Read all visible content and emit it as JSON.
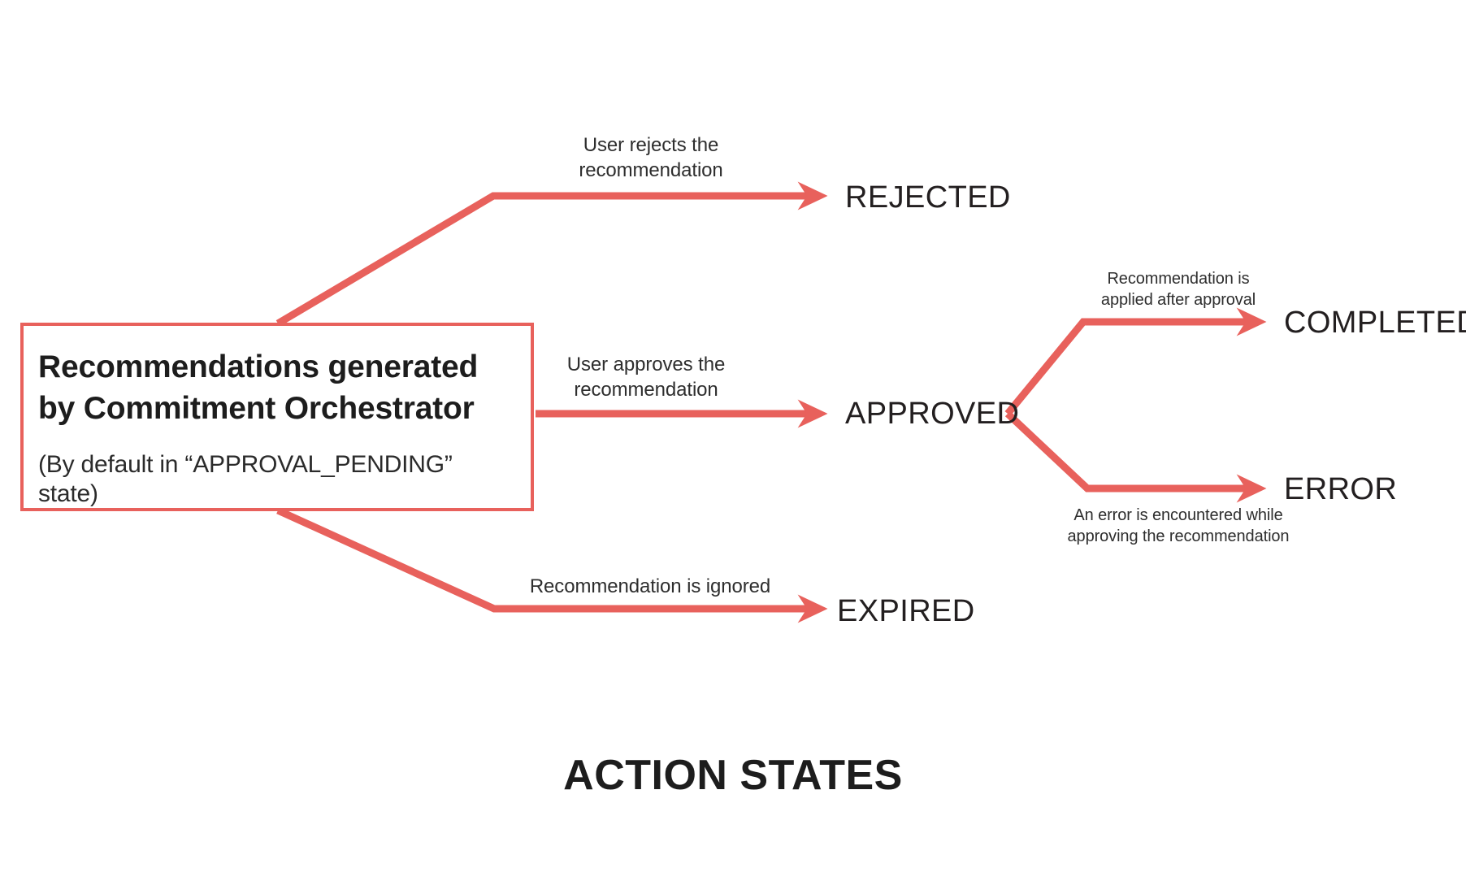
{
  "diagram": {
    "footer_title": "ACTION STATES",
    "accent_color": "#e8615c",
    "text_color": "#231f20",
    "background": "#ffffff",
    "source": {
      "title": "Recommendations generated\nby Commitment Orchestrator",
      "subtitle": "(By default in “APPROVAL_PENDING” state)"
    },
    "states": [
      {
        "id": "rejected",
        "label": "REJECTED"
      },
      {
        "id": "approved",
        "label": "APPROVED"
      },
      {
        "id": "expired",
        "label": "EXPIRED"
      },
      {
        "id": "completed",
        "label": "COMPLETED"
      },
      {
        "id": "error",
        "label": "ERROR"
      }
    ],
    "transitions": [
      {
        "id": "to-rejected",
        "from": "source",
        "to": "rejected",
        "label": "User rejects the\nrecommendation"
      },
      {
        "id": "to-approved",
        "from": "source",
        "to": "approved",
        "label": "User approves the\nrecommendation"
      },
      {
        "id": "to-expired",
        "from": "source",
        "to": "expired",
        "label": "Recommendation is ignored"
      },
      {
        "id": "to-completed",
        "from": "approved",
        "to": "completed",
        "label": "Recommendation is\napplied after approval"
      },
      {
        "id": "to-error",
        "from": "approved",
        "to": "error",
        "label": "An error is encountered while\napproving the recommendation"
      }
    ]
  }
}
